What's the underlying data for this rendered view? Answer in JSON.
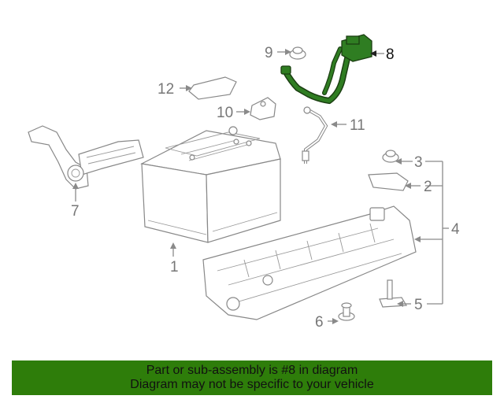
{
  "callouts": {
    "c1": "1",
    "c2": "2",
    "c3": "3",
    "c4": "4",
    "c5": "5",
    "c6": "6",
    "c7": "7",
    "c8": "8",
    "c9": "9",
    "c10": "10",
    "c11": "11",
    "c12": "12"
  },
  "highlighted_callout": "8",
  "colors": {
    "highlight": "#2f7d22",
    "banner": "#2e7d0a",
    "line": "#8a8a8a"
  },
  "banner": {
    "line1": "Part or sub-assembly is #8 in diagram",
    "line2": "Diagram may not be specific to your vehicle"
  }
}
